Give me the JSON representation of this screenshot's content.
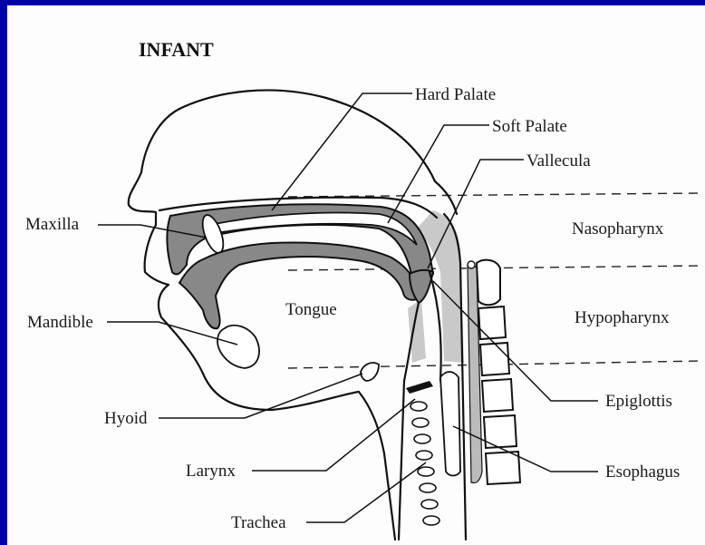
{
  "diagram": {
    "title": "INFANT",
    "labels": {
      "hard_palate": "Hard Palate",
      "soft_palate": "Soft Palate",
      "vallecula": "Vallecula",
      "maxilla": "Maxilla",
      "nasopharynx": "Nasopharynx",
      "tongue": "Tongue",
      "mandible": "Mandible",
      "hypopharynx": "Hypopharynx",
      "hyoid": "Hyoid",
      "epiglottis": "Epiglottis",
      "larynx": "Larynx",
      "esophagus": "Esophagus",
      "trachea": "Trachea"
    },
    "colors": {
      "background": "#0000a8",
      "paper": "#fdfdfd",
      "tissue_dark": "#888888",
      "tissue_light": "#c9c9c9"
    }
  }
}
